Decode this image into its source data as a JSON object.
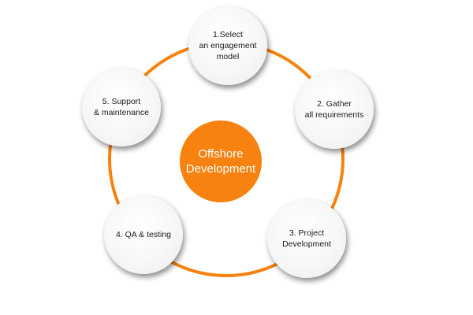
{
  "diagram": {
    "center": {
      "label": "Offshore\nDevelopment",
      "color": "#f7820f"
    },
    "ring_color": "#f7820f",
    "steps": [
      {
        "label": "1.Select\nan engagement\nmodel"
      },
      {
        "label": "2. Gather\nall requirements"
      },
      {
        "label": "3. Project\nDevelopment"
      },
      {
        "label": "4. QA & testing"
      },
      {
        "label": "5. Support\n& maintenance"
      }
    ]
  }
}
